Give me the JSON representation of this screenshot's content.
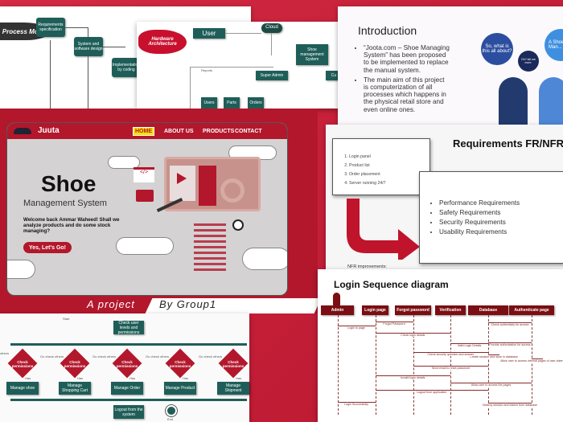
{
  "process_model": {
    "title": "Process Model",
    "boxes": [
      "Requirements specification",
      "System and software design",
      "Implementation by coding"
    ]
  },
  "hardware": {
    "title": "Hardware Architecture",
    "user": "User",
    "cloud": "Cloud",
    "system": "Shoe management System",
    "super_admin": "Super Admin",
    "reports": "Reports",
    "customer": "Cu",
    "children": [
      "Users",
      "Parts",
      "Orders"
    ]
  },
  "intro": {
    "title": "Introduction",
    "bullets": [
      "“Joota.com – Shoe Managing System” has been proposed to be implemented to replace the manual system.",
      "The main aim of this project is computerization of all processes which happens in the physical retail store and even online ones."
    ],
    "bubbles": [
      "So, what is this all about?",
      "Oh? tell me more.",
      "A Shoe Man... me..."
    ]
  },
  "app": {
    "brand": "Juuta",
    "nav": [
      "HOME",
      "ABOUT US",
      "PRODUCTS",
      "CONTACT"
    ],
    "title": "Shoe",
    "subtitle": "Management System",
    "welcome": "Welcome back Ammar Waheed! Shall we analyze products and do some stock managing?",
    "cta": "Yes, Let's Go!",
    "code_icon": "</>",
    "caption_left": "A project",
    "caption_right": "By Group1",
    "colors": {
      "brand_red": "#b3172c",
      "panel_grey": "#d4d2d3",
      "highlight": "#f7e200"
    }
  },
  "requirements": {
    "title": "Requirements FR/NFR",
    "fr": [
      "Login panel",
      "Product list",
      "Order placement",
      "Server running 24/7"
    ],
    "nfr": [
      "Performance Requirements",
      "Safety Requirements",
      "Security Requirements",
      "Usability Requirements"
    ],
    "nfr_note": "NFR improvements:"
  },
  "sequence": {
    "title": "Login Sequence diagram",
    "actors": [
      "Admin",
      "Login page",
      "Forgot password",
      "Verification",
      "Database",
      "Authenticate page"
    ],
    "messages": [
      "Login to page",
      "Forgot Password",
      "Check login details",
      "Check authenticity for access",
      "Provide authorization for access",
      "Valid Login Details",
      "Create session and store in database",
      "Check security question and answer",
      "Send email to reset password",
      "Invalid login details",
      "Allow user to access the pages",
      "Logout from application",
      "Login Successfully",
      "Destroy session and tokens from database",
      "Allow user to access internal pages of user-token session"
    ]
  },
  "flow": {
    "start": "Start",
    "check": "Check user levels and permissions",
    "diamond": "Check permissions",
    "has": "Has",
    "go": "Go check others",
    "others": "others",
    "manage": [
      "Manage shoe",
      "Manage Shopping Cart",
      "Manage Order",
      "Manage Product",
      "Manage Shipment"
    ],
    "logout": "Logout from the system",
    "end": "End"
  }
}
